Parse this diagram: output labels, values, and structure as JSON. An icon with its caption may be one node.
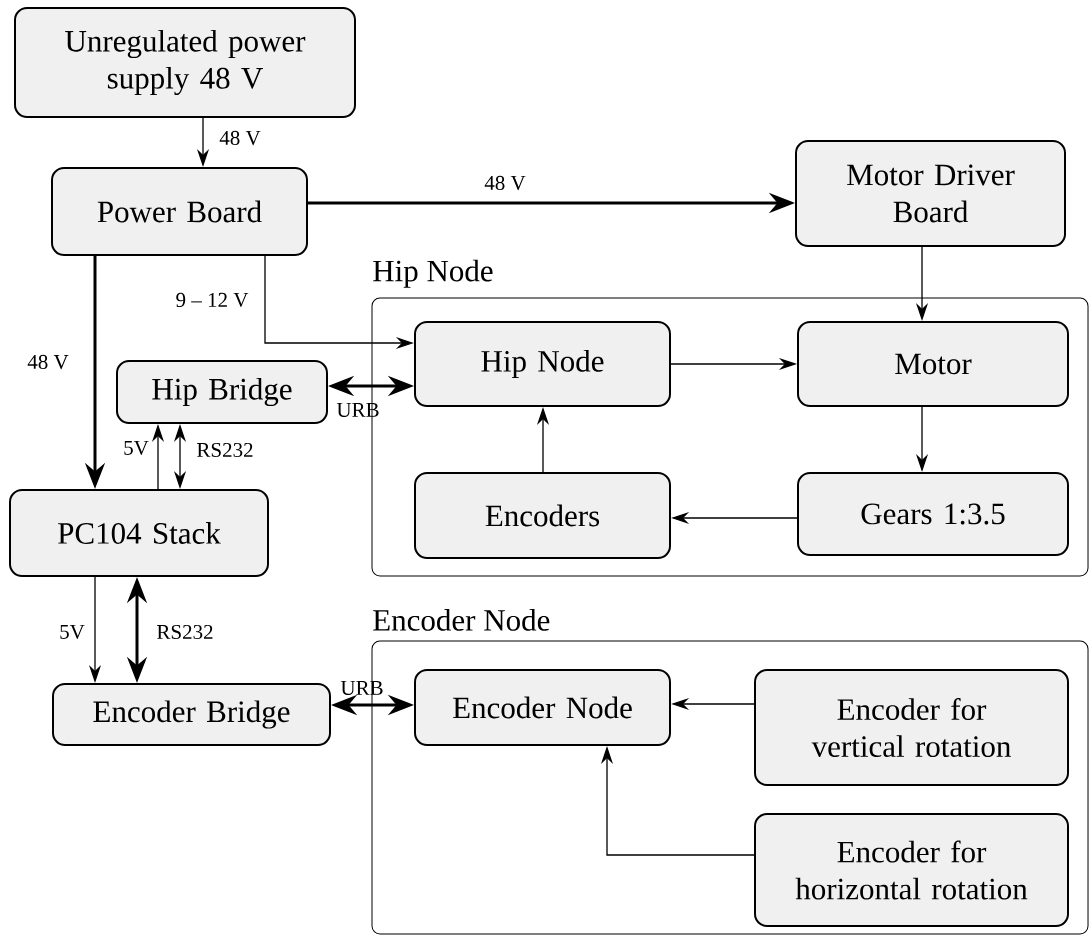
{
  "diagram": {
    "nodes": [
      {
        "text": [
          "Unregulated power supply 48 V"
        ]
      },
      {
        "text": [
          "Power Board"
        ]
      },
      {
        "text": [
          "Motor Driver Board"
        ]
      },
      {
        "text": [
          "Hip Node"
        ]
      },
      {
        "text": [
          "Hip Node"
        ],
        "in": 3
      },
      {
        "text": [
          "Motor"
        ],
        "in": 3
      },
      {
        "text": [
          "Hip Bridge"
        ]
      },
      {
        "text": [
          "Encoders"
        ],
        "in": 3
      },
      {
        "text": [
          "Gears 1:3.5"
        ],
        "in": 3
      },
      {
        "text": [
          "PC104 Stack"
        ]
      },
      {
        "text": [
          "Encoder Node"
        ]
      },
      {
        "text": [
          "Encoder Bridge"
        ]
      },
      {
        "text": [
          "Encoder Node"
        ],
        "in": 10
      },
      {
        "text": [
          "Encoder for vertical rotation"
        ],
        "in": 10
      },
      {
        "text": [
          "Encoder for horizontal rotation"
        ],
        "in": 10
      }
    ],
    "edges": [
      {
        "from": 0,
        "to": 1,
        "arrow": "to",
        "label": "48 V"
      },
      {
        "from": 1,
        "to": 2,
        "arrow": "to",
        "label": "48 V",
        "style": "thick"
      },
      {
        "from": 1,
        "to": 9,
        "arrow": "to",
        "label": "48 V",
        "style": "thick"
      },
      {
        "from": 1,
        "to": 4,
        "arrow": "to",
        "label": "9 – 12 V"
      },
      {
        "from": 2,
        "to": 5,
        "arrow": "to"
      },
      {
        "from": 4,
        "to": 5,
        "arrow": "to"
      },
      {
        "from": 5,
        "to": 8,
        "arrow": "to"
      },
      {
        "from": 8,
        "to": 7,
        "arrow": "to"
      },
      {
        "from": 7,
        "to": 4,
        "arrow": "to"
      },
      {
        "from": 6,
        "to": 4,
        "arrow": "both",
        "label": "URB",
        "style": "thick"
      },
      {
        "from": 9,
        "to": 6,
        "arrow": "to",
        "label": "5V"
      },
      {
        "from": 9,
        "to": 6,
        "arrow": "both",
        "label": "RS232"
      },
      {
        "from": 9,
        "to": 11,
        "arrow": "to",
        "label": "5V"
      },
      {
        "from": 9,
        "to": 11,
        "arrow": "both",
        "label": "RS232",
        "style": "thick"
      },
      {
        "from": 11,
        "to": 12,
        "arrow": "both",
        "label": "URB",
        "style": "thick"
      },
      {
        "from": 13,
        "to": 12,
        "arrow": "to"
      },
      {
        "from": 14,
        "to": 12,
        "arrow": "to"
      }
    ]
  }
}
